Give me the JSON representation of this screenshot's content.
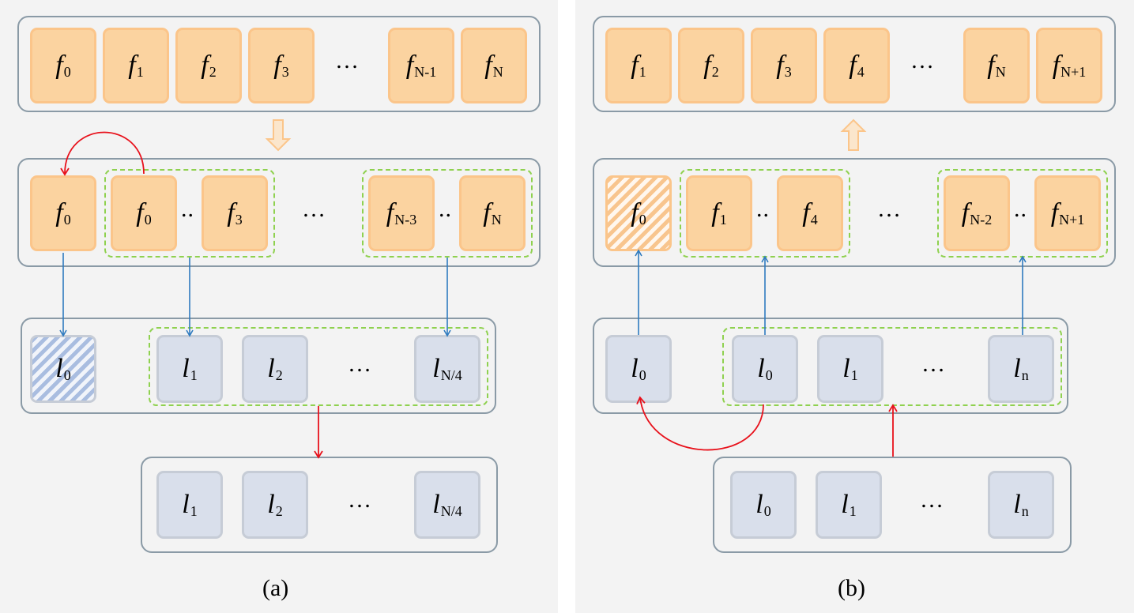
{
  "captions": {
    "a": "(a)",
    "b": "(b)"
  },
  "ellipsis": "…",
  "pair_separator": "..",
  "colors": {
    "frame_box": "#fbd3a0",
    "latent_box": "#d9dfeb",
    "blue_arrow": "#2f7bbf",
    "red_arrow": "#e8111b",
    "group_dashed": "#8fd14f"
  },
  "a": {
    "row1": [
      {
        "s": "f",
        "sub": "0"
      },
      {
        "s": "f",
        "sub": "1"
      },
      {
        "s": "f",
        "sub": "2"
      },
      {
        "s": "f",
        "sub": "3"
      },
      {
        "s": "f",
        "sub": "N-1"
      },
      {
        "s": "f",
        "sub": "N"
      }
    ],
    "row2": [
      {
        "s": "f",
        "sub": "0"
      },
      {
        "s": "f",
        "sub": "0"
      },
      {
        "s": "f",
        "sub": "3"
      },
      {
        "s": "f",
        "sub": "N-3"
      },
      {
        "s": "f",
        "sub": "N"
      }
    ],
    "row3": [
      {
        "s": "l",
        "sub": "0"
      },
      {
        "s": "l",
        "sub": "1"
      },
      {
        "s": "l",
        "sub": "2"
      },
      {
        "s": "l",
        "sub": "N/4"
      }
    ],
    "row4": [
      {
        "s": "l",
        "sub": "1"
      },
      {
        "s": "l",
        "sub": "2"
      },
      {
        "s": "l",
        "sub": "N/4"
      }
    ]
  },
  "b": {
    "row1": [
      {
        "s": "f",
        "sub": "1"
      },
      {
        "s": "f",
        "sub": "2"
      },
      {
        "s": "f",
        "sub": "3"
      },
      {
        "s": "f",
        "sub": "4"
      },
      {
        "s": "f",
        "sub": "N"
      },
      {
        "s": "f",
        "sub": "N+1"
      }
    ],
    "row2": [
      {
        "s": "f",
        "sub": "0"
      },
      {
        "s": "f",
        "sub": "1"
      },
      {
        "s": "f",
        "sub": "4"
      },
      {
        "s": "f",
        "sub": "N-2"
      },
      {
        "s": "f",
        "sub": "N+1"
      }
    ],
    "row3": [
      {
        "s": "l",
        "sub": "0"
      },
      {
        "s": "l",
        "sub": "0"
      },
      {
        "s": "l",
        "sub": "1"
      },
      {
        "s": "l",
        "sub": "n"
      }
    ],
    "row4": [
      {
        "s": "l",
        "sub": "0"
      },
      {
        "s": "l",
        "sub": "1"
      },
      {
        "s": "l",
        "sub": "n"
      }
    ]
  }
}
